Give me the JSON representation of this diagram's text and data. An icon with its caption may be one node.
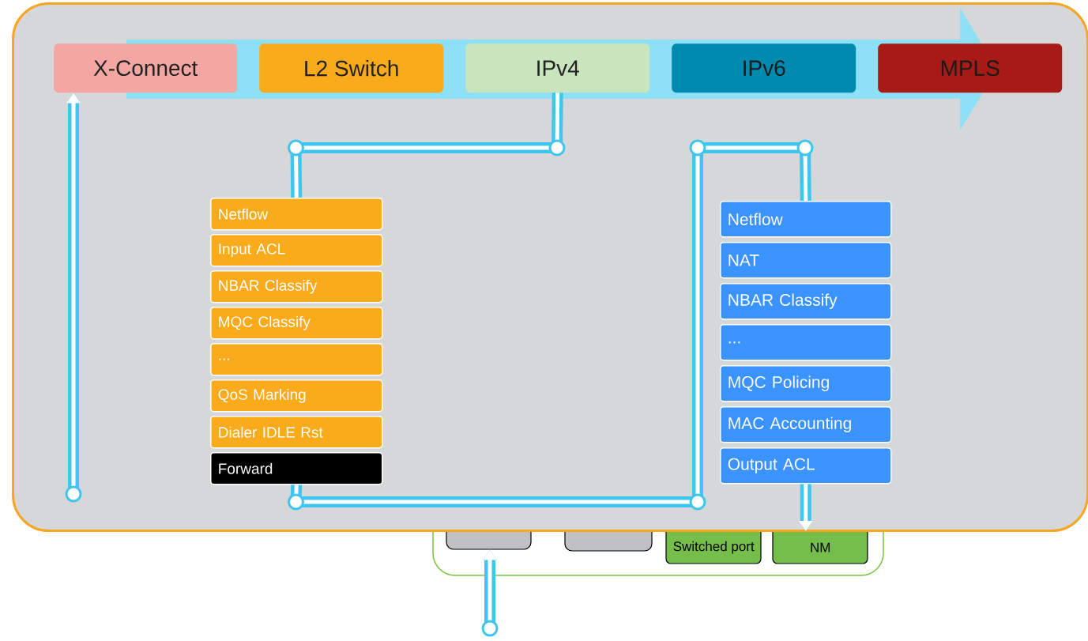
{
  "diagram": {
    "nodes": [
      {
        "text": [],
        "shape": "box"
      },
      {
        "text": [
          "X-Connect"
        ],
        "in": 0
      },
      {
        "text": [
          "L2 Switch"
        ],
        "in": 0
      },
      {
        "text": [
          "IPv4"
        ],
        "in": 0
      },
      {
        "text": [
          "IPv6"
        ],
        "in": 0
      },
      {
        "text": [
          "MPLS"
        ],
        "in": 0
      },
      {
        "text": [
          "Netflow"
        ],
        "in": 0
      },
      {
        "text": [
          "Input ACL"
        ],
        "in": 0
      },
      {
        "text": [
          "NBAR Classify"
        ],
        "in": 0
      },
      {
        "text": [
          "MQC Classify"
        ],
        "in": 0
      },
      {
        "text": [
          "..."
        ],
        "in": 0
      },
      {
        "text": [
          "QoS Marking"
        ],
        "in": 0
      },
      {
        "text": [
          "Dialer IDLE Rst"
        ],
        "in": 0
      },
      {
        "text": [
          "Forward"
        ],
        "in": 0
      },
      {
        "text": [
          "Netflow"
        ],
        "in": 0
      },
      {
        "text": [
          "NAT"
        ],
        "in": 0
      },
      {
        "text": [
          "NBAR Classify"
        ],
        "in": 0
      },
      {
        "text": [
          "..."
        ],
        "in": 0
      },
      {
        "text": [
          "MQC Policing"
        ],
        "in": 0
      },
      {
        "text": [
          "MAC Accounting"
        ],
        "in": 0
      },
      {
        "text": [
          "Output ACL"
        ],
        "in": 0
      },
      {
        "text": [],
        "shape": "box"
      },
      {
        "text": [],
        "shape": "box",
        "in": 21
      },
      {
        "text": [],
        "shape": "box",
        "in": 21
      },
      {
        "text": [
          "Switched port"
        ],
        "in": 21
      },
      {
        "text": [
          "NM"
        ],
        "in": 21
      }
    ],
    "edges": [
      {
        "from": 3,
        "to": 6,
        "arrow": "none"
      },
      {
        "from": 13,
        "to": 14,
        "arrow": "none"
      },
      {
        "from": 20,
        "to": 25,
        "arrow": "to"
      },
      {
        "from": null,
        "to": 1,
        "arrow": "to"
      },
      {
        "from": null,
        "to": 22,
        "arrow": "to"
      }
    ]
  }
}
